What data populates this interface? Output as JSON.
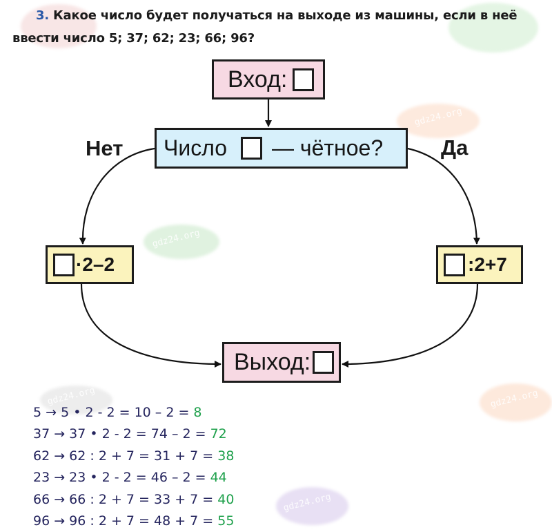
{
  "task": {
    "number": "3.",
    "text": "Какое число будет получаться на выходе из машины, если в неё ввести число 5; 37; 62; 23; 66; 96?"
  },
  "flowchart": {
    "input_box": {
      "label": "Вход:",
      "color": "#f7d9e3"
    },
    "condition_box": {
      "label_before": "Число",
      "label_after": "— чётное?",
      "color": "#d7f0fb"
    },
    "branch_no": {
      "label": "Нет"
    },
    "branch_yes": {
      "label": "Да"
    },
    "odd_operation_box": {
      "operation": "·2–2",
      "color": "#fbf3bd"
    },
    "even_operation_box": {
      "operation": ":2+7",
      "color": "#fbf3bd"
    },
    "output_box": {
      "label": "Выход:",
      "color": "#f7d9e3"
    }
  },
  "solutions": [
    {
      "expression": "5 → 5 • 2 - 2 = 10 – 2 = ",
      "result": "8"
    },
    {
      "expression": "37 → 37 • 2 - 2 = 74 – 2 = ",
      "result": "72"
    },
    {
      "expression": "62 → 62 : 2 + 7 = 31 + 7 = ",
      "result": "38"
    },
    {
      "expression": "23 → 23 • 2 - 2 = 46 – 2 = ",
      "result": "44"
    },
    {
      "expression": "66 → 66 : 2 + 7 = 33 + 7 = ",
      "result": "40"
    },
    {
      "expression": "96 → 96 : 2 + 7 = 48 + 7 = ",
      "result": "55"
    }
  ],
  "colors": {
    "task_number": "#2a59a8",
    "solution_text": "#25255e",
    "solution_result": "#1ea04b"
  },
  "watermark": {
    "text": "gdz24.org"
  }
}
